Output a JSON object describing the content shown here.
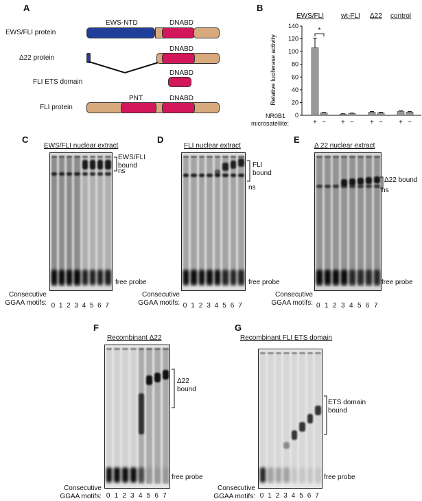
{
  "colors": {
    "ntd": "#1f3f9a",
    "dnabd": "#d4175a",
    "pnt": "#d4175a",
    "tan": "#d8a97c"
  },
  "panel_a": {
    "label": "A",
    "rows": [
      {
        "name": "EWS/FLI protein",
        "domains": [
          "EWS-NTD",
          "DNABD"
        ]
      },
      {
        "name": "Δ22 protein",
        "domains": [
          "DNABD"
        ]
      },
      {
        "name": "FLI ETS domain",
        "domains": [
          "DNABD"
        ]
      },
      {
        "name": "FLI protein",
        "domains": [
          "PNT",
          "DNABD"
        ]
      }
    ]
  },
  "panel_b": {
    "label": "B",
    "groups": [
      "EWS/FLI",
      "wt-FLI",
      "Δ22",
      "control"
    ],
    "ylabel": "Relative luciferase activity",
    "row_label_1": "NR0B1",
    "row_label_2": "microsatellite:",
    "signs": [
      "+",
      "−"
    ],
    "significance": "*"
  },
  "chart_data": {
    "type": "bar",
    "title": "",
    "ylabel": "Relative luciferase activity",
    "ylim": [
      0,
      140
    ],
    "yticks": [
      0,
      20,
      40,
      60,
      80,
      100,
      120,
      140
    ],
    "categories": [
      "EWS/FLI +",
      "EWS/FLI −",
      "wt-FLI +",
      "wt-FLI −",
      "Δ22 +",
      "Δ22 −",
      "control +",
      "control −"
    ],
    "values": [
      106,
      4,
      2,
      3,
      5,
      4,
      6,
      5
    ],
    "errors": [
      15,
      0.6,
      0.5,
      0.5,
      1,
      0.8,
      1,
      1
    ],
    "grid": false
  },
  "gels": {
    "C": {
      "label": "C",
      "title": "EWS/FLI nuclear extract",
      "bound": [
        "EWS/FLI",
        "bound"
      ],
      "ns": "ns",
      "free": "free probe"
    },
    "D": {
      "label": "D",
      "title": "FLI nuclear extract",
      "bound": [
        "FLI",
        "bound"
      ],
      "ns": "ns",
      "free": "free probe"
    },
    "E": {
      "label": "E",
      "title": "Δ 22 nuclear extract",
      "bound": [
        "Δ22 bound"
      ],
      "ns": "ns",
      "free": "free probe"
    },
    "F": {
      "label": "F",
      "title": "Recombinant Δ22",
      "bound": [
        "Δ22",
        "bound"
      ],
      "free": "free probe"
    },
    "G": {
      "label": "G",
      "title": "Recombinant FLI ETS domain",
      "bound": [
        "ETS domain",
        "bound"
      ],
      "free": "free probe"
    }
  },
  "lanes_caption": {
    "line1": "Consecutive",
    "line2": "GGAA motifs:"
  },
  "lane_numbers": [
    "0",
    "1",
    "2",
    "3",
    "4",
    "5",
    "6",
    "7"
  ]
}
